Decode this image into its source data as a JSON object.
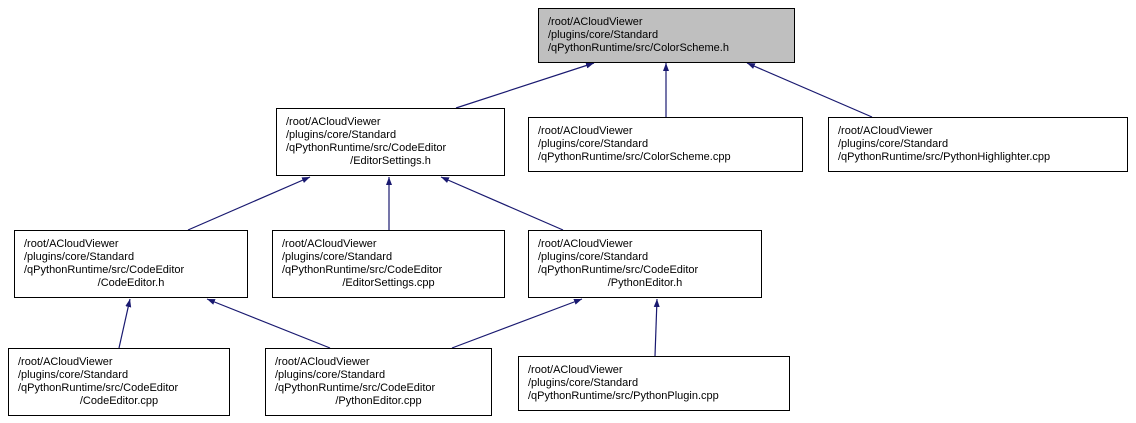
{
  "graph": {
    "type": "include-dependency-graph",
    "edge_color": "#191970",
    "node_border_color": "#000000",
    "node_fill": "#ffffff",
    "highlight_fill": "#bfbfbf",
    "nodes": [
      {
        "id": "colorscheme-h",
        "highlighted": true,
        "label_lines": [
          "/root/ACloudViewer",
          "/plugins/core/Standard",
          "/qPythonRuntime/src/ColorScheme.h"
        ]
      },
      {
        "id": "editorsettings-h",
        "highlighted": false,
        "label_lines": [
          "/root/ACloudViewer",
          "/plugins/core/Standard",
          "/qPythonRuntime/src/CodeEditor",
          "/EditorSettings.h"
        ]
      },
      {
        "id": "colorscheme-cpp",
        "highlighted": false,
        "label_lines": [
          "/root/ACloudViewer",
          "/plugins/core/Standard",
          "/qPythonRuntime/src/ColorScheme.cpp"
        ]
      },
      {
        "id": "pythonhighlighter-cpp",
        "highlighted": false,
        "label_lines": [
          "/root/ACloudViewer",
          "/plugins/core/Standard",
          "/qPythonRuntime/src/PythonHighlighter.cpp"
        ]
      },
      {
        "id": "codeeditor-h",
        "highlighted": false,
        "label_lines": [
          "/root/ACloudViewer",
          "/plugins/core/Standard",
          "/qPythonRuntime/src/CodeEditor",
          "/CodeEditor.h"
        ]
      },
      {
        "id": "editorsettings-cpp",
        "highlighted": false,
        "label_lines": [
          "/root/ACloudViewer",
          "/plugins/core/Standard",
          "/qPythonRuntime/src/CodeEditor",
          "/EditorSettings.cpp"
        ]
      },
      {
        "id": "pythoneditor-h",
        "highlighted": false,
        "label_lines": [
          "/root/ACloudViewer",
          "/plugins/core/Standard",
          "/qPythonRuntime/src/CodeEditor",
          "/PythonEditor.h"
        ]
      },
      {
        "id": "codeeditor-cpp",
        "highlighted": false,
        "label_lines": [
          "/root/ACloudViewer",
          "/plugins/core/Standard",
          "/qPythonRuntime/src/CodeEditor",
          "/CodeEditor.cpp"
        ]
      },
      {
        "id": "pythoneditor-cpp",
        "highlighted": false,
        "label_lines": [
          "/root/ACloudViewer",
          "/plugins/core/Standard",
          "/qPythonRuntime/src/CodeEditor",
          "/PythonEditor.cpp"
        ]
      },
      {
        "id": "pythonplugin-cpp",
        "highlighted": false,
        "label_lines": [
          "/root/ACloudViewer",
          "/plugins/core/Standard",
          "/qPythonRuntime/src/PythonPlugin.cpp"
        ]
      }
    ],
    "edges": [
      {
        "from": "editorsettings-h",
        "to": "colorscheme-h"
      },
      {
        "from": "colorscheme-cpp",
        "to": "colorscheme-h"
      },
      {
        "from": "pythonhighlighter-cpp",
        "to": "colorscheme-h"
      },
      {
        "from": "codeeditor-h",
        "to": "editorsettings-h"
      },
      {
        "from": "editorsettings-cpp",
        "to": "editorsettings-h"
      },
      {
        "from": "pythoneditor-h",
        "to": "editorsettings-h"
      },
      {
        "from": "codeeditor-cpp",
        "to": "codeeditor-h"
      },
      {
        "from": "pythoneditor-cpp",
        "to": "codeeditor-h"
      },
      {
        "from": "pythoneditor-cpp",
        "to": "pythoneditor-h"
      },
      {
        "from": "pythonplugin-cpp",
        "to": "pythoneditor-h"
      }
    ]
  }
}
